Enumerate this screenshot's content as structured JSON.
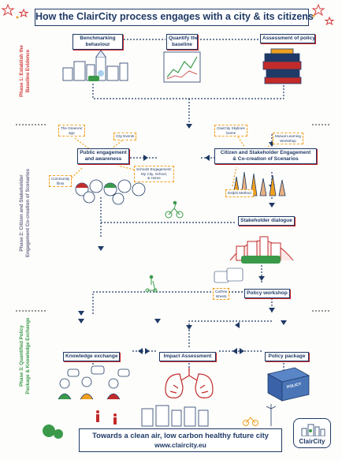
{
  "title": "How the ClairCity process engages with a city & its citizens",
  "phases": [
    {
      "label": "Phase 1: Establish the\nBaseline Evidence",
      "color": "#d23a3a"
    },
    {
      "label": "Phase 2: Citizen and Stakeholder\nEngagement Co-creation of Scenarios",
      "color": "#6b6b8a"
    },
    {
      "label": "Phase 3: Quantified Policy\nPackage & Knowledge Exchange",
      "color": "#3a9a4a"
    }
  ],
  "steps": {
    "benchmarking": "Benchmarking\nbehaviour",
    "quantify": "Quantify the\nbaseline",
    "assessment_policy": "Assessment of policy",
    "public_engagement": "Public engagement\nand awareness",
    "citizen_stakeholder": "Citizen and Stakeholder Engagement\n& Co-creation of Scenarios",
    "stakeholder_dialogue": "Stakeholder dialogue",
    "policy_workshop": "Policy workshop",
    "knowledge_exchange": "Knowledge exchange",
    "impact_assessment": "Impact Assessment",
    "policy_package": "Policy package"
  },
  "notes": {
    "greenair": "The GreenAir\napp",
    "city_events": "City Events",
    "skyliner": "ClairCity Skylines\nGame",
    "mutual": "Mutual Learning\nWorkshop",
    "community_films": "Community\nfilms",
    "schools": "Schools Engagement:\nMy City, School,\n& Home",
    "delphi": "Delphi Method",
    "sign": "Carfree\nstreets"
  },
  "policy_box_label": "POLICY",
  "banner": {
    "tagline": "Towards a clean air, low carbon healthy future city",
    "url": "www.claircity.eu"
  },
  "logo_text": "ClairCity",
  "colors": {
    "navy": "#1f3a66",
    "red": "#c22b2b",
    "orange": "#f0a020",
    "green": "#3a9a4a"
  }
}
